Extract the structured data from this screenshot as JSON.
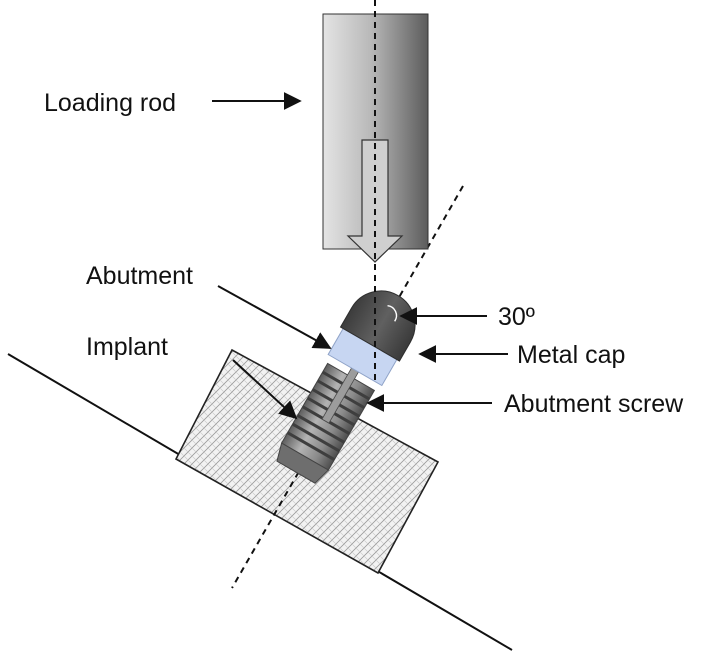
{
  "labels": {
    "loading_rod": "Loading rod",
    "abutment": "Abutment",
    "implant": "Implant",
    "angle": "30º",
    "metal_cap": "Metal cap",
    "abutment_screw": "Abutment screw"
  },
  "colors": {
    "rod_light": "#d9d9d9",
    "rod_dark": "#5a5a5a",
    "cap": "#4a4a4a",
    "abutment": "#c7d6f2",
    "implant": "#808080",
    "block_fill": "#efefef",
    "line": "#111111"
  },
  "angle_deg": 30
}
